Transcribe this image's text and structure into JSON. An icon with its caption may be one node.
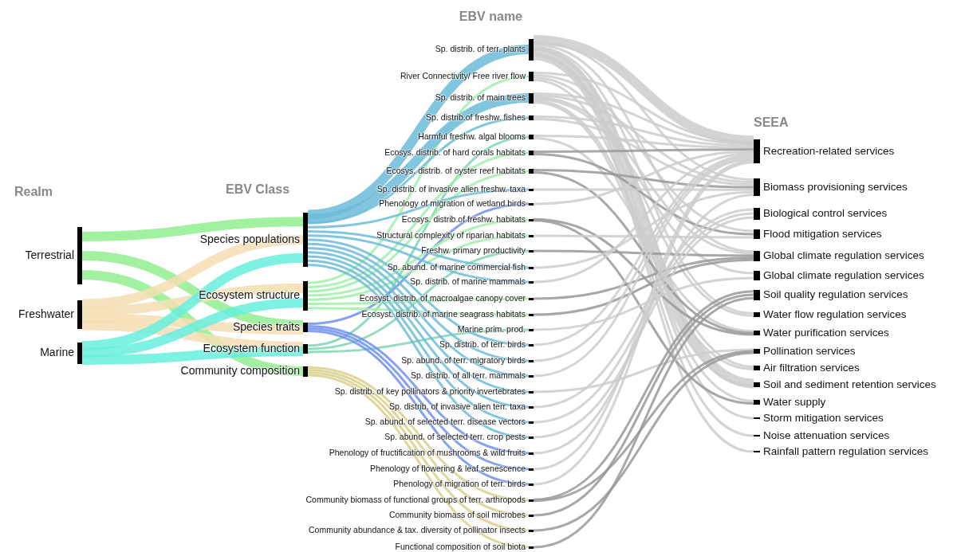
{
  "diagram": {
    "nodes": [
      {
        "text": [
          "Terrestrial"
        ]
      },
      {
        "text": [
          "Freshwater"
        ]
      },
      {
        "text": [
          "Marine"
        ]
      },
      {
        "text": [
          "Species populations"
        ]
      },
      {
        "text": [
          "Ecosystem structure"
        ]
      },
      {
        "text": [
          "Species traits"
        ]
      },
      {
        "text": [
          "Ecosystem function"
        ]
      },
      {
        "text": [
          "Community composition"
        ]
      },
      {
        "text": [
          "Sp. distrib. of terr. plants"
        ]
      },
      {
        "text": [
          "River Connectivity/ Free river flow"
        ]
      },
      {
        "text": [
          "Sp. distrib. of main trees"
        ]
      },
      {
        "text": [
          "Sp. distrib.of freshw. fishes"
        ]
      },
      {
        "text": [
          "Harmful freshw. algal blooms"
        ]
      },
      {
        "text": [
          "Ecosys. distrib. of hard corals habitats"
        ]
      },
      {
        "text": [
          "Ecosys. distrib. of oyster reef habitats"
        ]
      },
      {
        "text": [
          "Sp. distrib. of invasive alien freshw. taxa"
        ]
      },
      {
        "text": [
          "Phenology of migration of wetland birds"
        ]
      },
      {
        "text": [
          "Ecosys. distrib.of freshw. habitats"
        ]
      },
      {
        "text": [
          "Structural complexity of riparian habitats"
        ]
      },
      {
        "text": [
          "Freshw. primary productivity"
        ]
      },
      {
        "text": [
          "Sp. abund. of marine commercial fish"
        ]
      },
      {
        "text": [
          "Sp. distrib. of marine mammals"
        ]
      },
      {
        "text": [
          "Ecosyst. distrib. of macroalgae canopy cover"
        ]
      },
      {
        "text": [
          "Ecosyst. distrib. of marine seagrass habitats"
        ]
      },
      {
        "text": [
          "Marine prim. prod."
        ]
      },
      {
        "text": [
          "Sp. distrib. of terr. birds"
        ]
      },
      {
        "text": [
          "Sp. abund. of terr. migratory birds"
        ]
      },
      {
        "text": [
          "Sp. distrib. of all terr. mammals"
        ]
      },
      {
        "text": [
          "Sp. distrib. of key pollinators & priority invertebrates"
        ]
      },
      {
        "text": [
          "Sp. distrib. of invasive alien terr. taxa"
        ]
      },
      {
        "text": [
          "Sp. abund. of selected terr. disease vectors"
        ]
      },
      {
        "text": [
          "Sp. abund. of selected terr. crop pests"
        ]
      },
      {
        "text": [
          "Phenology of fructification of mushrooms & wild fruits"
        ]
      },
      {
        "text": [
          "Phenology of flowering & leaf senescence"
        ]
      },
      {
        "text": [
          "Phenology of migration of terr. birds"
        ]
      },
      {
        "text": [
          "Community biomass of functional groups of terr. arthropods"
        ]
      },
      {
        "text": [
          "Community biomass of soil microbes"
        ]
      },
      {
        "text": [
          "Community abundance & tax. diversity of pollinator insects"
        ]
      },
      {
        "text": [
          "Functional composition of soil biota"
        ]
      },
      {
        "text": [
          "Recreation-related services"
        ]
      },
      {
        "text": [
          "Biomass provisioning services"
        ]
      },
      {
        "text": [
          "Biological control services"
        ]
      },
      {
        "text": [
          "Flood mitigation services"
        ]
      },
      {
        "text": [
          "Global climate regulation services"
        ]
      },
      {
        "text": [
          "Global climate regulation services"
        ]
      },
      {
        "text": [
          "Soil quality regulation services"
        ]
      },
      {
        "text": [
          "Water flow regulation services"
        ]
      },
      {
        "text": [
          "Water purification services"
        ]
      },
      {
        "text": [
          "Pollination services"
        ]
      },
      {
        "text": [
          "Air filtration services"
        ]
      },
      {
        "text": [
          "Soil and sediment retention services"
        ]
      },
      {
        "text": [
          "Water supply"
        ]
      },
      {
        "text": [
          "Storm mitigation services"
        ]
      },
      {
        "text": [
          "Noise attenuation services"
        ]
      },
      {
        "text": [
          "Rainfall pattern regulation services"
        ]
      }
    ],
    "edges": [
      {
        "from": 0,
        "to": 3,
        "arrow": "none",
        "style": "thick",
        "color": "#90ee90"
      },
      {
        "from": 0,
        "to": 5,
        "arrow": "none",
        "style": "thick",
        "color": "#90ee90"
      },
      {
        "from": 0,
        "to": 7,
        "arrow": "none",
        "style": "thick",
        "color": "#90ee90"
      },
      {
        "from": 1,
        "to": 3,
        "arrow": "none",
        "style": "thick",
        "color": "#f5deb3"
      },
      {
        "from": 1,
        "to": 4,
        "arrow": "none",
        "style": "thick",
        "color": "#f5deb3"
      },
      {
        "from": 1,
        "to": 5,
        "arrow": "none",
        "style": "thick",
        "color": "#f5deb3"
      },
      {
        "from": 1,
        "to": 6,
        "arrow": "none",
        "style": "thick",
        "color": "#f5deb3"
      },
      {
        "from": 2,
        "to": 3,
        "arrow": "none",
        "style": "thick",
        "color": "#66eedd"
      },
      {
        "from": 2,
        "to": 4,
        "arrow": "none",
        "style": "thick",
        "color": "#66eedd"
      },
      {
        "from": 2,
        "to": 6,
        "arrow": "none",
        "style": "thick",
        "color": "#66eedd"
      },
      {
        "from": 3,
        "to": 8,
        "arrow": "none",
        "style": "thick",
        "color": "#6bbcd8"
      },
      {
        "from": 4,
        "to": 9,
        "arrow": "none",
        "color": "#9ef0a8"
      },
      {
        "from": 3,
        "to": 10,
        "arrow": "none",
        "style": "thick",
        "color": "#6bbcd8"
      },
      {
        "from": 3,
        "to": 11,
        "arrow": "none",
        "color": "#6bbcd8"
      },
      {
        "from": 6,
        "to": 12,
        "arrow": "none",
        "color": "#7fd6b0"
      },
      {
        "from": 4,
        "to": 13,
        "arrow": "none",
        "color": "#9ef0a8"
      },
      {
        "from": 4,
        "to": 14,
        "arrow": "none",
        "color": "#9ef0a8"
      },
      {
        "from": 3,
        "to": 15,
        "arrow": "none",
        "color": "#6bbcd8"
      },
      {
        "from": 5,
        "to": 16,
        "arrow": "none",
        "color": "#6f8ff0"
      },
      {
        "from": 4,
        "to": 17,
        "arrow": "none",
        "color": "#9ef0a8"
      },
      {
        "from": 4,
        "to": 18,
        "arrow": "none",
        "color": "#9ef0a8"
      },
      {
        "from": 6,
        "to": 19,
        "arrow": "none",
        "color": "#7fd6b0"
      },
      {
        "from": 3,
        "to": 20,
        "arrow": "none",
        "color": "#6bbcd8"
      },
      {
        "from": 3,
        "to": 21,
        "arrow": "none",
        "color": "#6bbcd8"
      },
      {
        "from": 4,
        "to": 22,
        "arrow": "none",
        "color": "#9ef0a8"
      },
      {
        "from": 4,
        "to": 23,
        "arrow": "none",
        "color": "#9ef0a8"
      },
      {
        "from": 6,
        "to": 24,
        "arrow": "none",
        "color": "#7fd6b0"
      },
      {
        "from": 3,
        "to": 25,
        "arrow": "none",
        "color": "#6bbcd8"
      },
      {
        "from": 3,
        "to": 26,
        "arrow": "none",
        "color": "#6bbcd8"
      },
      {
        "from": 3,
        "to": 27,
        "arrow": "none",
        "color": "#6bbcd8"
      },
      {
        "from": 3,
        "to": 28,
        "arrow": "none",
        "color": "#6bbcd8"
      },
      {
        "from": 3,
        "to": 29,
        "arrow": "none",
        "color": "#6bbcd8"
      },
      {
        "from": 3,
        "to": 30,
        "arrow": "none",
        "color": "#6bbcd8"
      },
      {
        "from": 3,
        "to": 31,
        "arrow": "none",
        "color": "#6bbcd8"
      },
      {
        "from": 5,
        "to": 32,
        "arrow": "none",
        "color": "#6f8ff0"
      },
      {
        "from": 5,
        "to": 33,
        "arrow": "none",
        "color": "#6f8ff0"
      },
      {
        "from": 5,
        "to": 34,
        "arrow": "none",
        "color": "#6f8ff0"
      },
      {
        "from": 7,
        "to": 35,
        "arrow": "none",
        "color": "#d8cf8a"
      },
      {
        "from": 7,
        "to": 36,
        "arrow": "none",
        "color": "#d8cf8a"
      },
      {
        "from": 7,
        "to": 37,
        "arrow": "none",
        "color": "#d8cf8a"
      },
      {
        "from": 7,
        "to": 38,
        "arrow": "none",
        "color": "#d8cf8a"
      },
      {
        "from": 8,
        "to": 39,
        "arrow": "none",
        "style": "thick"
      },
      {
        "from": 8,
        "to": 40,
        "arrow": "none"
      },
      {
        "from": 8,
        "to": 43,
        "arrow": "none"
      },
      {
        "from": 8,
        "to": 46,
        "arrow": "none"
      },
      {
        "from": 8,
        "to": 49,
        "arrow": "none"
      },
      {
        "from": 8,
        "to": 50,
        "arrow": "none",
        "style": "thick"
      },
      {
        "from": 8,
        "to": 52,
        "arrow": "none"
      },
      {
        "from": 8,
        "to": 53,
        "arrow": "none"
      },
      {
        "from": 8,
        "to": 54,
        "arrow": "none"
      },
      {
        "from": 9,
        "to": 39,
        "arrow": "none"
      },
      {
        "from": 9,
        "to": 42,
        "arrow": "none"
      },
      {
        "from": 9,
        "to": 46,
        "arrow": "none"
      },
      {
        "from": 9,
        "to": 51,
        "arrow": "none"
      },
      {
        "from": 10,
        "to": 39,
        "arrow": "none"
      },
      {
        "from": 10,
        "to": 40,
        "arrow": "none"
      },
      {
        "from": 10,
        "to": 43,
        "arrow": "none"
      },
      {
        "from": 10,
        "to": 44,
        "arrow": "none"
      },
      {
        "from": 10,
        "to": 49,
        "arrow": "none"
      },
      {
        "from": 10,
        "to": 50,
        "arrow": "none"
      },
      {
        "from": 11,
        "to": 39,
        "arrow": "none"
      },
      {
        "from": 11,
        "to": 40,
        "arrow": "none"
      },
      {
        "from": 12,
        "to": 39,
        "arrow": "none"
      },
      {
        "from": 12,
        "to": 47,
        "arrow": "none"
      },
      {
        "from": 13,
        "to": 39,
        "arrow": "none",
        "color": "#999999"
      },
      {
        "from": 13,
        "to": 42,
        "arrow": "none",
        "color": "#999999"
      },
      {
        "from": 14,
        "to": 40,
        "arrow": "none",
        "color": "#999999"
      },
      {
        "from": 14,
        "to": 47,
        "arrow": "none",
        "color": "#999999"
      },
      {
        "from": 15,
        "to": 40,
        "arrow": "none"
      },
      {
        "from": 16,
        "to": 39,
        "arrow": "none"
      },
      {
        "from": 17,
        "to": 47,
        "arrow": "none",
        "color": "#999999"
      },
      {
        "from": 17,
        "to": 51,
        "arrow": "none",
        "color": "#999999"
      },
      {
        "from": 18,
        "to": 42,
        "arrow": "none"
      },
      {
        "from": 19,
        "to": 43,
        "arrow": "none",
        "color": "#999999"
      },
      {
        "from": 20,
        "to": 40,
        "arrow": "none"
      },
      {
        "from": 21,
        "to": 39,
        "arrow": "none"
      },
      {
        "from": 22,
        "to": 43,
        "arrow": "none",
        "color": "#999999"
      },
      {
        "from": 23,
        "to": 43,
        "arrow": "none",
        "color": "#999999"
      },
      {
        "from": 24,
        "to": 44,
        "arrow": "none"
      },
      {
        "from": 25,
        "to": 39,
        "arrow": "none"
      },
      {
        "from": 26,
        "to": 39,
        "arrow": "none"
      },
      {
        "from": 27,
        "to": 39,
        "arrow": "none"
      },
      {
        "from": 28,
        "to": 48,
        "arrow": "none"
      },
      {
        "from": 29,
        "to": 41,
        "arrow": "none"
      },
      {
        "from": 30,
        "to": 41,
        "arrow": "none"
      },
      {
        "from": 31,
        "to": 41,
        "arrow": "none"
      },
      {
        "from": 32,
        "to": 40,
        "arrow": "none"
      },
      {
        "from": 33,
        "to": 39,
        "arrow": "none"
      },
      {
        "from": 34,
        "to": 39,
        "arrow": "none"
      },
      {
        "from": 35,
        "to": 45,
        "arrow": "none",
        "color": "#999999"
      },
      {
        "from": 35,
        "to": 48,
        "arrow": "none",
        "color": "#999999"
      },
      {
        "from": 36,
        "to": 45,
        "arrow": "none",
        "color": "#999999"
      },
      {
        "from": 37,
        "to": 48,
        "arrow": "none",
        "color": "#999999"
      },
      {
        "from": 38,
        "to": 45,
        "arrow": "none",
        "color": "#999999"
      }
    ],
    "labels": [
      "EBV name",
      "SEEA",
      "Realm",
      "EBV Class"
    ]
  }
}
